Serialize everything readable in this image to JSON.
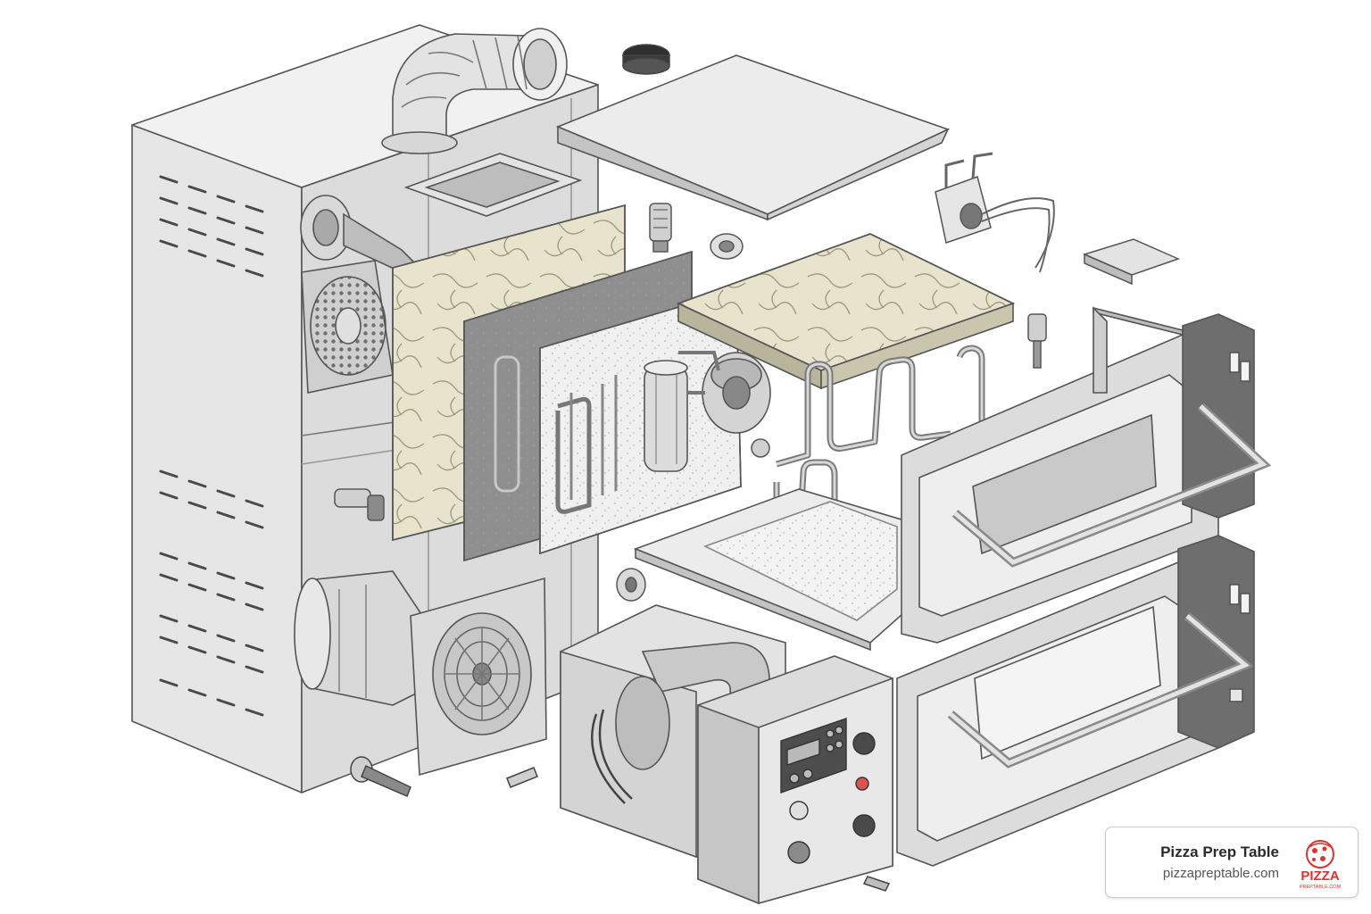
{
  "brand": {
    "name": "Pizza Prep Table",
    "url": "pizzapreptable.com",
    "logo_text": "PIZZA",
    "logo_subtext": "PREPTABLE.COM",
    "accent_color": "#e0312f"
  },
  "diagram": {
    "line_color": "#555555",
    "metal_light": "#ececec",
    "metal_mid": "#d4d4d4",
    "metal_dark": "#8a8a8a",
    "stone_color": "#e8e3cc",
    "panel_dark": "#8f8f8f",
    "panel_light": "#f0f0f0",
    "control_color": "#555555",
    "indicator_red": "#d9534f"
  }
}
